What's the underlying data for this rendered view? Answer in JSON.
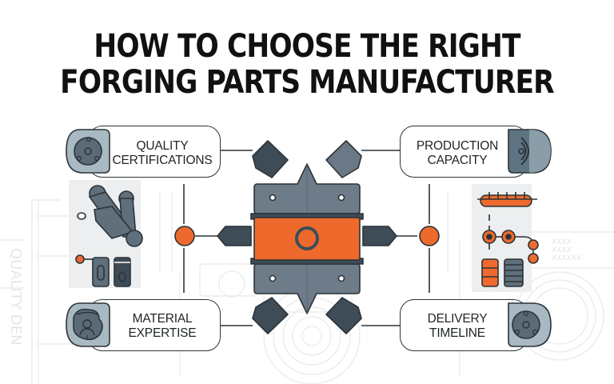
{
  "title": {
    "line1": "HOW TO CHOOSE THE RIGHT",
    "line2": "FORGING PARTS MANUFACTURER"
  },
  "factors": [
    {
      "label": "QUALITY\nCERTIFICATIONS",
      "icon": "gear-disc-icon",
      "position": "top-left"
    },
    {
      "label": "PRODUCTION\nCAPACITY",
      "icon": "signal-waves-icon",
      "position": "top-right"
    },
    {
      "label": "MATERIAL\nEXPERTISE",
      "icon": "expert-person-icon",
      "position": "bottom-left"
    },
    {
      "label": "DELIVERY\nTIMELINE",
      "icon": "gear-disc-icon",
      "position": "bottom-right"
    }
  ],
  "center": {
    "icon": "forging-die-press-icon"
  },
  "colors": {
    "accent_orange": "#ee6a2c",
    "dark_slate": "#3c4a55",
    "mid_slate": "#6b7a86",
    "light_slate": "#a9bac4",
    "outline": "#2c3338"
  }
}
